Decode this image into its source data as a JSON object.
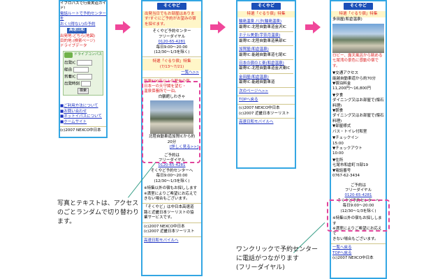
{
  "colors": {
    "frame": "#33a6e3",
    "arrow": "#f0479a",
    "dash": "#e0449a",
    "callout_line": "#3aa089"
  },
  "screen1": {
    "title": "イプロパスで行楽実道ガイド!",
    "links": [
      "電話ルートで予約センターを",
      "おく!(得ない)の予約"
    ],
    "logo_small": "高速日和",
    "r_lines": [
      "出発地:どちら(地図)",
      "目的地:(検索ページ)",
      "ドライブデータ"
    ],
    "green_label": "ドライブコンパス",
    "form": {
      "from_label": "出発IC",
      "via_label": "経由",
      "to_label": "到着IC",
      "time_label": "出発時刻",
      "submit": "検索"
    },
    "bottom_links": [
      "ご利用方法について",
      "お問い合わせ",
      "ネットイパスについて",
      "ホームサイト"
    ],
    "copyright": "(c)2007 NEXCO中日本"
  },
  "screen2": {
    "logo": "そくやど",
    "intro_red": [
      "出発当日でもお部屋はありま",
      "す!すぐにご予約がお望みの宿",
      "を探せます。"
    ],
    "reserve": [
      "そくやど予約センター",
      "フリーダイヤル",
      "0120-65-4281",
      "毎日9:00〜20:00",
      "(12/30〜1/3を除く)"
    ],
    "feature_title": "特選「ぐるり宿」特集",
    "feature_sub": "(7/13〜7/21)",
    "list_link": "一覧へ>>",
    "blurb": [
      "創業500年以上の歴史の宿。",
      "日本一の天守閣を望む・",
      "温泉保養所で一泊。"
    ],
    "photo_title": "白鶴館しわきゃ",
    "photo_caption": [
      "北陸自動車道加賀ICから約",
      "20分"
    ],
    "detail_link": "[詳しく見る>>]",
    "reserve2": [
      "ご予約は",
      "フリーダイヤル",
      "0120-65-4281",
      "そくやど予約センターへ",
      "毎日9:00〜20:00",
      "(12/30〜1/3を除く)"
    ],
    "notes": [
      "※特集以外の宿もお探しします",
      "※満室によりご希望にお応えで",
      "きない場合もございます。"
    ],
    "about": [
      "「そくやど」は中日本高速道",
      "路と近畿日本ツーリストの協",
      "業サービスです。"
    ],
    "copy1": "(c)2007 NEXCO中日本",
    "copy2": "(c)2007 近畿日本ツーリスト",
    "mobile_link": "高速日和モバイルへ"
  },
  "screen3": {
    "logo": "そくやど",
    "header": "特選「ぐるり宿」特集",
    "items": [
      {
        "name": "輪島温泉 八汐(輪島温泉)",
        "info": "最寄IC:北陸自動車道金沢IC"
      },
      {
        "name": "ホテル美景(宇奈月温泉)",
        "info": "最寄IC:北陸自動車道黒部IC"
      },
      {
        "name": "加賀屋(和倉温泉)",
        "info": "最寄IC:能越自動車道七尾IC"
      },
      {
        "name": "日本の宿のと楽(和倉温泉)",
        "info": "最寄IC:北陸自動車道金沢東IC"
      },
      {
        "name": "金田屋(和倉温泉)",
        "info": "最寄IC:能越自動車道"
      }
    ],
    "next": "次のページへ>>",
    "top_link": "TOPへ戻る",
    "copy1": "(c)2007 NEXCO中日本",
    "copy2": "(c)2007 近畿日本ツーリスト",
    "mobile_link": "高速日和モバイルへ"
  },
  "screen4": {
    "logo": "そくやど",
    "header": "特選「ぐるり宿」特集",
    "hotel": "多田屋(和倉温泉)",
    "lobby_note": [
      "ロビー、露天風呂から眺める",
      "七尾湾の景色に感動の宿です。"
    ],
    "access": [
      "▼交通アクセス",
      "能越自動車道から約70分",
      "▼宿泊料金",
      "11,200円〜16,800円"
    ],
    "meals": [
      "▼夕食",
      "ダイニング又はお部屋で(懐石",
      "料理)",
      "▼朝食",
      "ダイニング又はお部屋で(懐石",
      "料理)",
      "▼部屋様式",
      "バス・トイレ付和室"
    ],
    "checkin": [
      "▼チェックイン",
      "15:00",
      "▼チェックアウト",
      "10:00"
    ],
    "address": [
      "▼住所",
      "七尾市和倉町ヨ部19",
      "▼電話番号",
      "0767-62-3434"
    ],
    "reserve": [
      "ご予約は",
      "フリーダイヤル",
      "0120-65-4281",
      "そくやど予約センターへ",
      "毎日9:00〜20:00",
      "(12/30〜1/3を除く)"
    ],
    "notes": [
      "※特集以外の宿もお探しします",
      "※満室によりご希望にお応えで",
      "きない場合もございます。"
    ],
    "list_link": "一覧へ戻る",
    "top_link": "TOPへ戻る",
    "copy1": "(c)2007 NEXCO中日本"
  },
  "callouts": {
    "left": [
      "写真とテキストは、アクセス",
      "のごとランダムで切り替わり",
      "ます。"
    ],
    "right": [
      "ワンクリックで予約センター",
      "に電話がつながります",
      "(フリーダイヤル)"
    ]
  }
}
